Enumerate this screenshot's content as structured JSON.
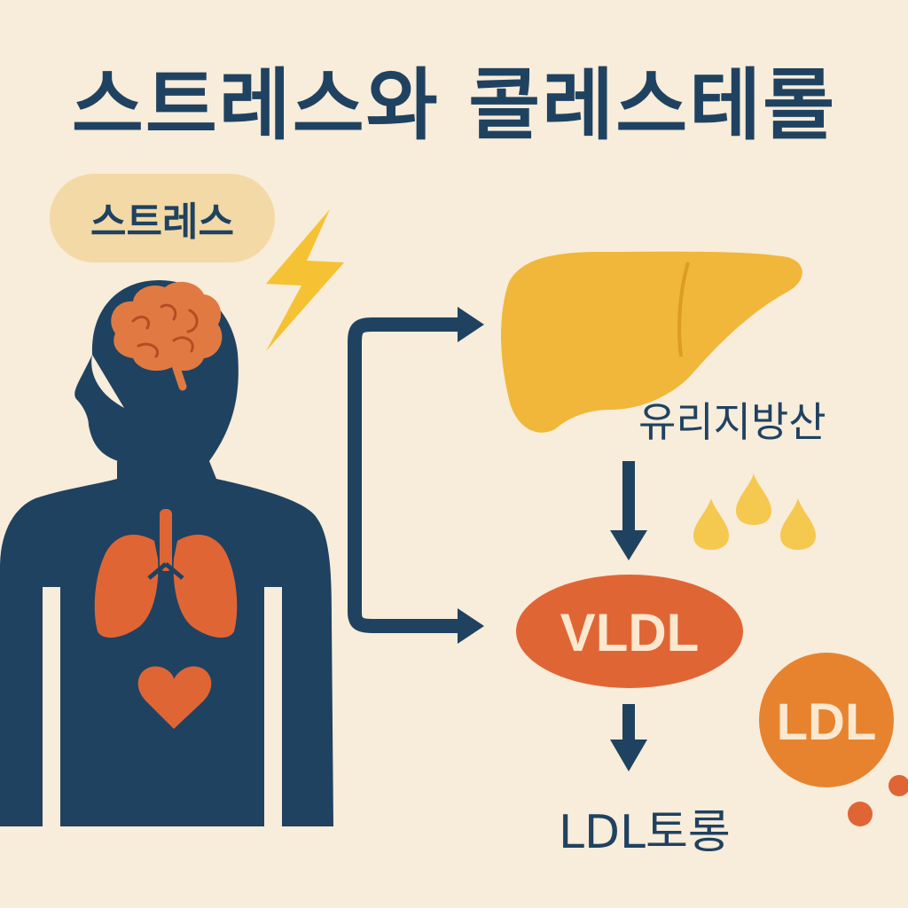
{
  "title": "스트레스와 콜레스테롤",
  "stress_label": "스트레스",
  "free_fatty_acid_label": "유리지방산",
  "vldl_label": "VLDL",
  "ldl_label": "LDL",
  "ldl_conversion_label": "LDL토롱",
  "colors": {
    "background": "#f8ecda",
    "navy": "#1f4260",
    "organ_orange": "#e06535",
    "liver_yellow": "#f0b73a",
    "ldl_orange": "#e7832e",
    "pill_beige": "#f3d9a6"
  }
}
